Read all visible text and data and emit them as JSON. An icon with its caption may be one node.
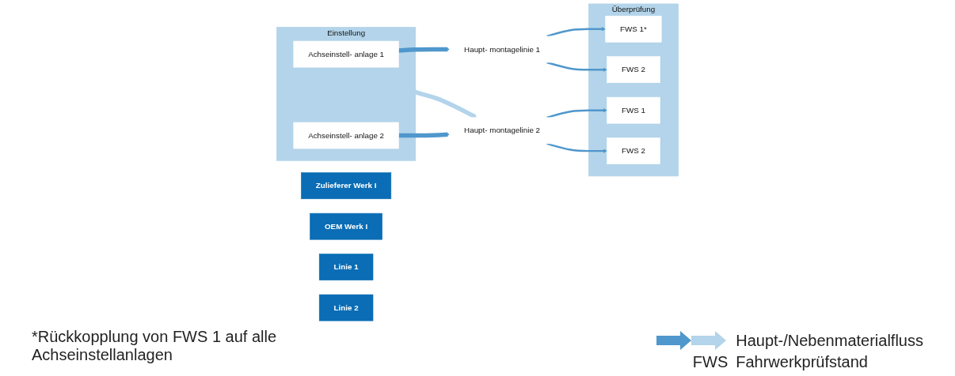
{
  "diagram": {
    "nodes": [
      {
        "text": [
          "Zulieferer Werk I"
        ]
      },
      {
        "text": [
          "OEM Werk I"
        ]
      },
      {
        "text": [
          "Linie 1"
        ]
      },
      {
        "text": [
          "Linie 2"
        ]
      },
      {
        "text": [
          "Einstellung"
        ]
      },
      {
        "text": [
          "Achseinstell- anlage 1"
        ],
        "in": 4
      },
      {
        "text": [
          "Achseinstell- anlage 2"
        ],
        "in": 4
      },
      {
        "text": [
          "Haupt- montagelinie 1"
        ]
      },
      {
        "text": [
          "Haupt- montagelinie 2"
        ]
      },
      {
        "text": [
          "Überprüfung"
        ]
      },
      {
        "text": [
          "FWS 1*"
        ],
        "in": 9
      },
      {
        "text": [
          "FWS 2"
        ],
        "in": 9
      },
      {
        "text": [
          "FWS 1"
        ],
        "in": 9
      },
      {
        "text": [
          "FWS 2"
        ],
        "in": 9
      }
    ],
    "edges": [
      {
        "from": 5,
        "to": 7,
        "arrow": "to",
        "style": "thick"
      },
      {
        "from": 5,
        "to": 8,
        "arrow": "to",
        "style": "thick",
        "color": "#b3d4ea"
      },
      {
        "from": 6,
        "to": 8,
        "arrow": "to",
        "style": "thick"
      },
      {
        "from": 7,
        "to": 10,
        "arrow": "to"
      },
      {
        "from": 7,
        "to": 11,
        "arrow": "to"
      },
      {
        "from": 8,
        "to": 12,
        "arrow": "to"
      },
      {
        "from": 8,
        "to": 13,
        "arrow": "to"
      }
    ],
    "labels": [
      "*Rückkopplung von FWS 1 auf alle Achseinstellanlagen",
      "FWS",
      "Fahrwerkprüfstand"
    ],
    "legend": [
      {
        "text": "Haupt-/Nebenmaterialfluss"
      }
    ]
  }
}
